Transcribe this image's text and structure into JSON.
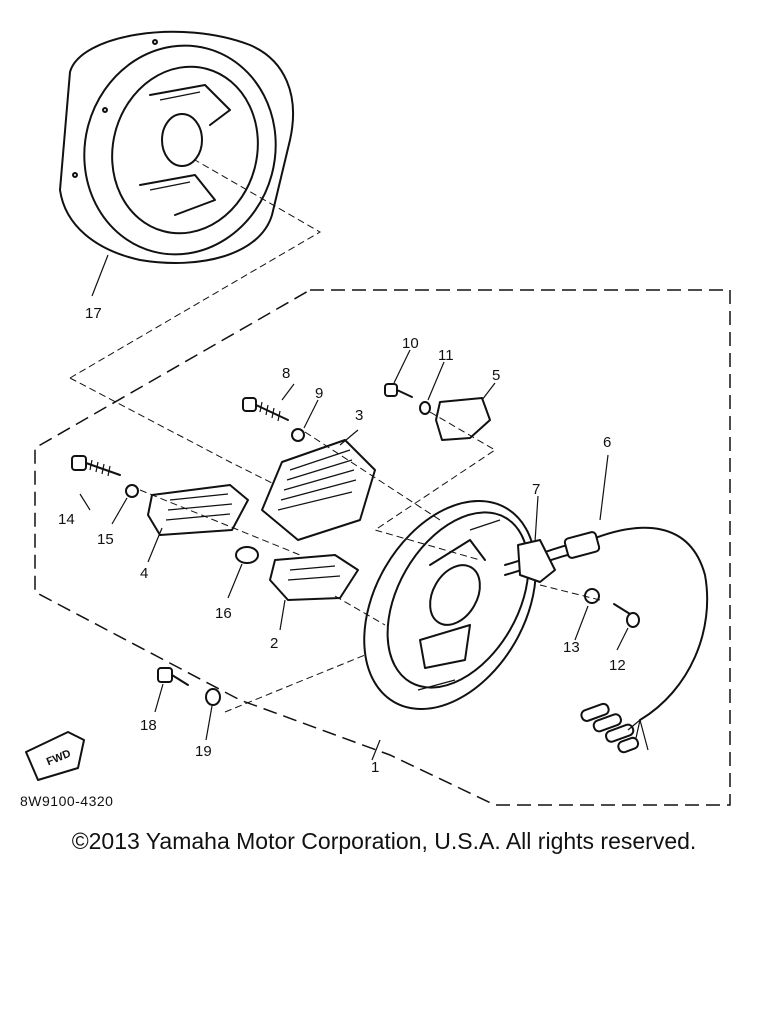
{
  "diagram": {
    "part_labels": [
      "1",
      "2",
      "3",
      "4",
      "5",
      "6",
      "7",
      "8",
      "9",
      "10",
      "11",
      "12",
      "13",
      "14",
      "15",
      "16",
      "17",
      "18",
      "19"
    ],
    "direction_badge": "FWD",
    "diagram_code": "8W9100-4320",
    "copyright": "©2013 Yamaha Motor Corporation, U.S.A. All rights reserved."
  }
}
